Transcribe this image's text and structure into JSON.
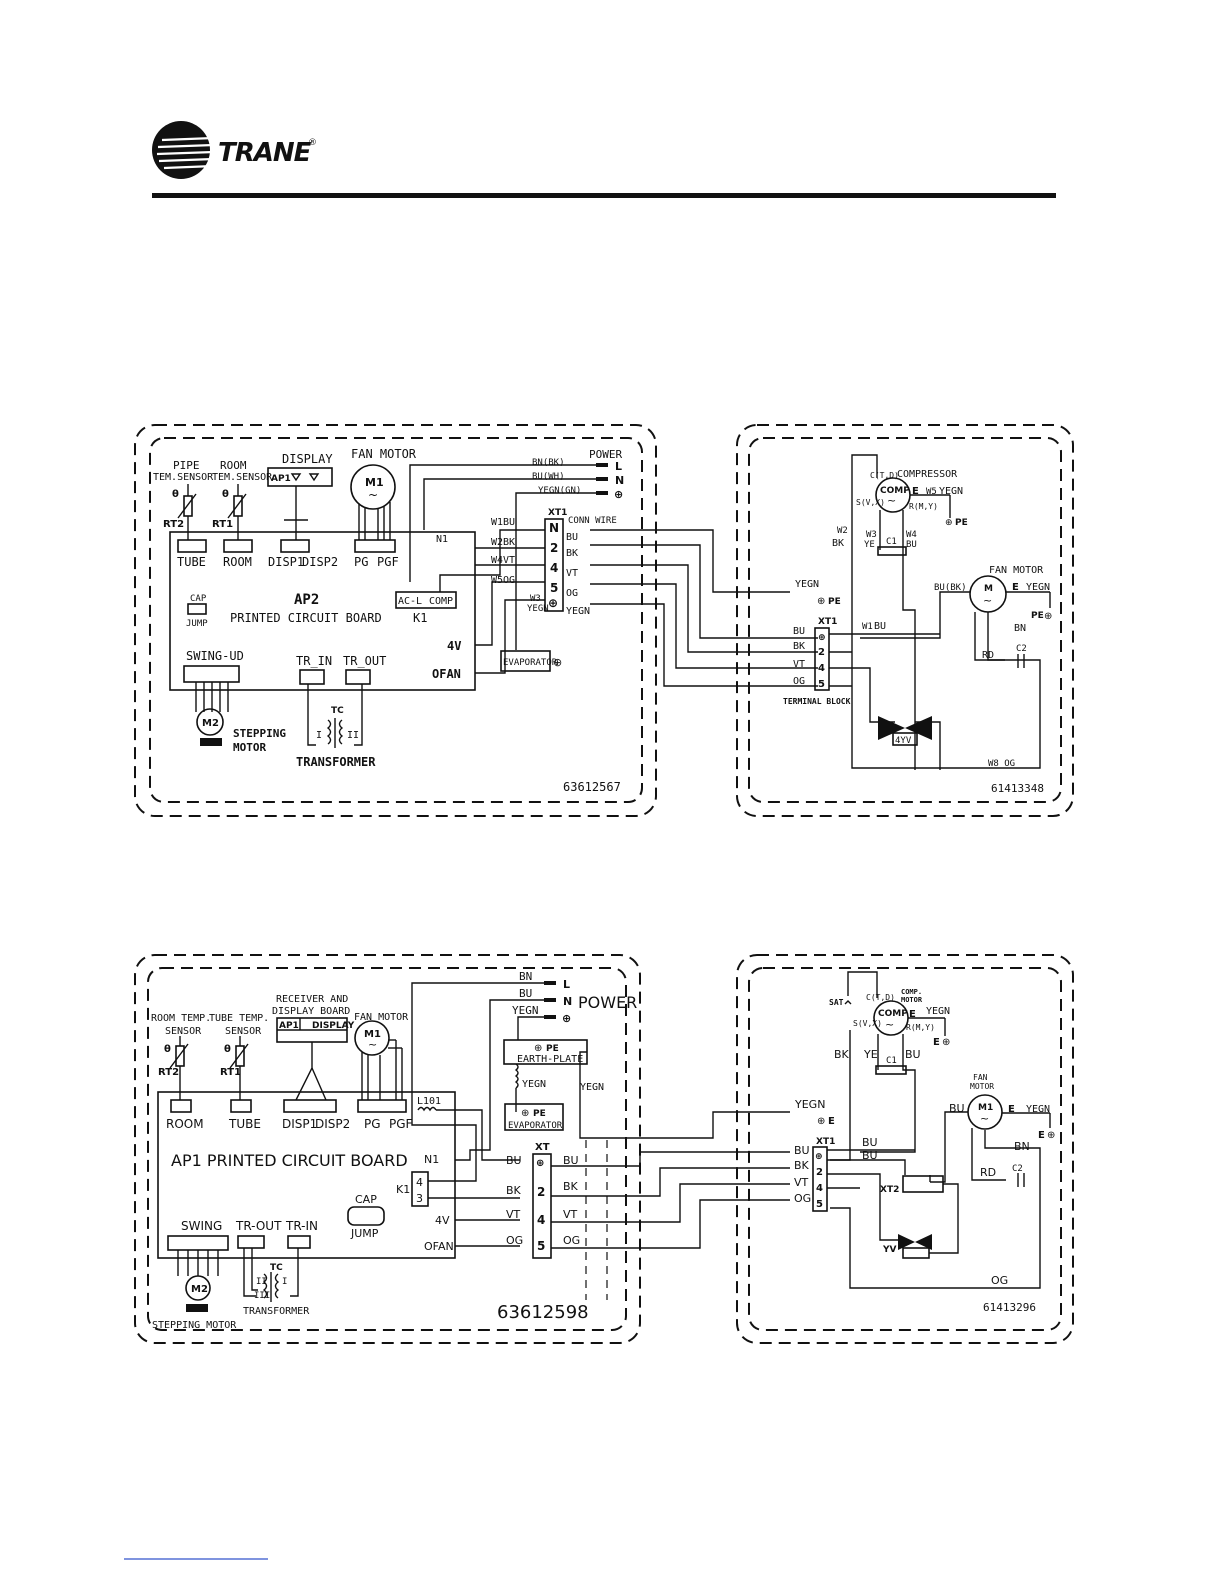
{
  "brand": {
    "name": "TRANE",
    "mark": "®",
    "rule_color": "#000000"
  },
  "diagram1": {
    "indoor": {
      "title_board": "AP2",
      "board_label": "PRINTED CIRCUIT BOARD",
      "pipe_sensor": [
        "PIPE",
        "TEM.SENSOR"
      ],
      "room_sensor": [
        "ROOM",
        "TEM.SENSOR"
      ],
      "rt2": "RT2",
      "rt1": "RT1",
      "theta": "θ",
      "display": "DISPLAY",
      "ap1": "AP1",
      "fan_motor": "FAN MOTOR",
      "m1": "M1",
      "tilde": "~",
      "power": "POWER",
      "power_rows": [
        {
          "wire": "BN(BK)",
          "term": "L"
        },
        {
          "wire": "BU(WH)",
          "term": "N"
        },
        {
          "wire": "YEGN(GN)",
          "term": "⊕"
        }
      ],
      "ports": [
        "TUBE",
        "ROOM",
        "DISP1",
        "DISP2",
        "PG",
        "PGF"
      ],
      "n1": "N1",
      "k1": "K1",
      "acl": "AC-L",
      "comp": "COMP",
      "cap": "CAP",
      "jump": "JUMP",
      "swing": "SWING-UD",
      "tr_in": "TR_IN",
      "tr_out": "TR_OUT",
      "tc": "TC",
      "coil1": "I",
      "coil2": "II",
      "transformer": "TRANSFORMER",
      "stepping": [
        "STEPPING",
        "MOTOR"
      ],
      "m2": "M2",
      "fourv": "4V",
      "ofan": "OFAN",
      "wires": [
        "W1BU",
        "W2BK",
        "W4VT",
        "W5OG",
        "W3"
      ],
      "xt1": "XT1",
      "xt_terms": [
        "N",
        "2",
        "4",
        "5",
        "⊕"
      ],
      "conn_wire": "CONN WIRE",
      "xt_colors": [
        "BU",
        "BK",
        "VT",
        "OG",
        "YEGN"
      ],
      "yegn_small": "YEGN",
      "evaporator": "EVAPORATOR",
      "code": "63612567"
    },
    "outdoor": {
      "compressor": "COMPRESSOR",
      "ctd": "C(T,D)",
      "comp": "COMP",
      "svx": "S(V,X)",
      "rmy": "R(M,Y)",
      "e": "E",
      "w5": "W5",
      "yegn": "YEGN",
      "pe": "PE",
      "w2": "W2",
      "bk": "BK",
      "w3": "W3",
      "ye": "YE",
      "w4": "W4",
      "bu": "BU",
      "c1": "C1",
      "fan_motor": "FAN MOTOR",
      "m": "M",
      "bubk": "BU(BK)",
      "bn": "BN",
      "rd": "RD",
      "c2": "C2",
      "xt1": "XT1",
      "w1": "W1",
      "rows": [
        "BU",
        "BK",
        "VT",
        "OG"
      ],
      "terms": [
        "⊕",
        "2",
        "4",
        "5"
      ],
      "terminal_block": "TERMINAL BLOCK",
      "fourYV": "4YV",
      "w8": "W8 OG",
      "code": "61413348"
    }
  },
  "diagram2": {
    "indoor": {
      "power": "POWER",
      "power_rows": [
        {
          "wire": "BN",
          "term": "L"
        },
        {
          "wire": "BU",
          "term": "N"
        },
        {
          "wire": "YEGN",
          "term": "⊕"
        }
      ],
      "room_temp": [
        "ROOM TEMP.",
        "SENSOR"
      ],
      "tube_temp": [
        "TUBE TEMP.",
        "SENSOR"
      ],
      "rt2": "RT2",
      "rt1": "RT1",
      "receiver": [
        "RECEIVER AND",
        "DISPLAY BOARD"
      ],
      "ap1": "AP1",
      "display": "DISPLAY",
      "fan_motor": "FAN MOTOR",
      "m1": "M1",
      "earth_plate": "EARTH-PLATE",
      "pe": "PE",
      "yegn": "YEGN",
      "evaporator": "EVAPORATOR",
      "l101": "L101",
      "ports": [
        "ROOM",
        "TUBE",
        "DISP1",
        "DISP2",
        "PG",
        "PGF"
      ],
      "board": "AP1  PRINTED  CIRCUIT  BOARD",
      "n1": "N1",
      "k1": "K1",
      "k1_terms": [
        "4",
        "3"
      ],
      "fourv": "4V",
      "ofan": "OFAN",
      "cap": "CAP",
      "jump": "JUMP",
      "swing": "SWING",
      "tr_out": "TR-OUT",
      "tr_in": "TR-IN",
      "tc": "TC",
      "coil_a": "II",
      "coil_b": "III",
      "coil_c": "I",
      "transformer": "TRANSFORMER",
      "stepping": "STEPPING MOTOR",
      "m2": "M2",
      "xt": "XT",
      "xt_terms": [
        "⊕",
        "2",
        "4",
        "5"
      ],
      "left_colors": [
        "BU",
        "BK",
        "VT",
        "OG"
      ],
      "right_colors": [
        "BU",
        "BK",
        "VT",
        "OG"
      ],
      "code": "63612598"
    },
    "outdoor": {
      "sat": "SAT",
      "ctd": "C(T,D)",
      "comp_motor": [
        "COMP.",
        "MOTOR"
      ],
      "comp": "COMP",
      "svx": "S(V,X)",
      "rmy": "R(M,Y)",
      "e": "E",
      "yegn": "YEGN",
      "bk": "BK",
      "ye": "YE",
      "bu": "BU",
      "c1": "C1",
      "fan_motor": [
        "FAN",
        "MOTOR"
      ],
      "m1": "M1",
      "bn": "BN",
      "rd": "RD",
      "c2": "C2",
      "xt1": "XT1",
      "rows": [
        "BU",
        "BK",
        "VT",
        "OG"
      ],
      "terms": [
        "⊕",
        "2",
        "4",
        "5"
      ],
      "bu_pair": [
        "BU",
        "BU"
      ],
      "xt2": "XT2",
      "yv": "YV",
      "og": "OG",
      "code": "61413296"
    }
  }
}
